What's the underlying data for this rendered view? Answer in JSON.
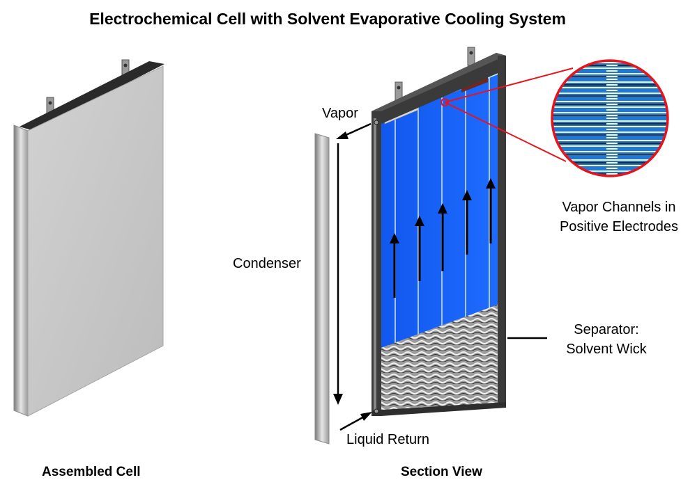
{
  "title": "Electrochemical Cell with Solvent Evaporative Cooling System",
  "views": {
    "assembled_label": "Assembled Cell",
    "section_label": "Section View"
  },
  "callouts": {
    "vapor": "Vapor",
    "condenser": "Condenser",
    "liquid_return": "Liquid Return",
    "channels_line1": "Vapor Channels in",
    "channels_line2": "Positive Electrodes",
    "separator_line1": "Separator:",
    "separator_line2": "Solvent Wick"
  },
  "colors": {
    "electrode_blue": "#1a66ff",
    "frame_dark": "#3a3a3a",
    "cell_gray": "#c8c8c8",
    "magnifier_red": "#e8141c"
  }
}
